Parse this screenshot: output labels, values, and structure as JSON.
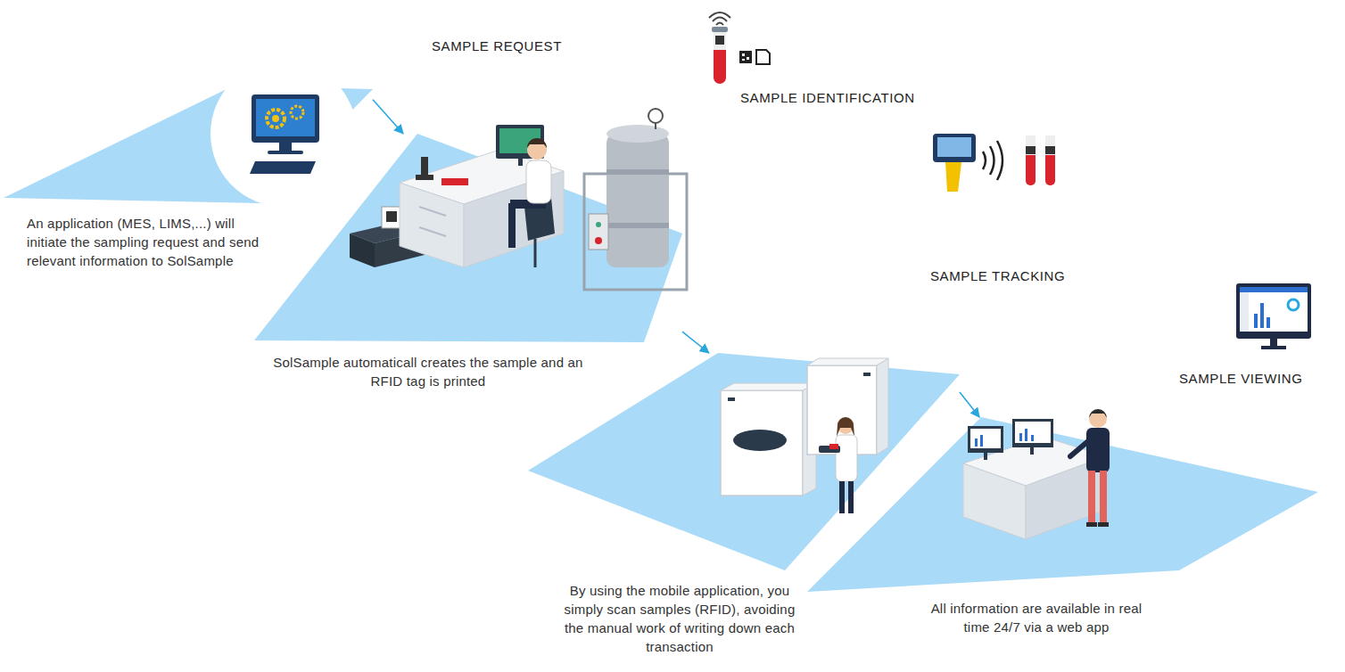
{
  "diagram": {
    "nodes": [
      {
        "text": [
          "An application (MES, LIMS,...) will initiate the sampling request and send relevant information to SolSample"
        ]
      },
      {
        "text": [
          "SolSample automaticall creates the sample and an RFID tag is printed"
        ]
      },
      {
        "text": [
          "By using the mobile application, you simply scan samples (RFID), avoiding the manual work of writing down each transaction"
        ]
      },
      {
        "text": [
          "All information are available in real time 24/7 via a web app"
        ]
      }
    ],
    "edges": [
      {
        "from": 0,
        "to": 1,
        "arrow": "to"
      },
      {
        "from": 1,
        "to": 2,
        "arrow": "to"
      },
      {
        "from": 2,
        "to": 3,
        "arrow": "to"
      }
    ],
    "labels": [
      "SAMPLE REQUEST",
      "SAMPLE IDENTIFICATION",
      "SAMPLE TRACKING",
      "SAMPLE VIEWING"
    ]
  }
}
